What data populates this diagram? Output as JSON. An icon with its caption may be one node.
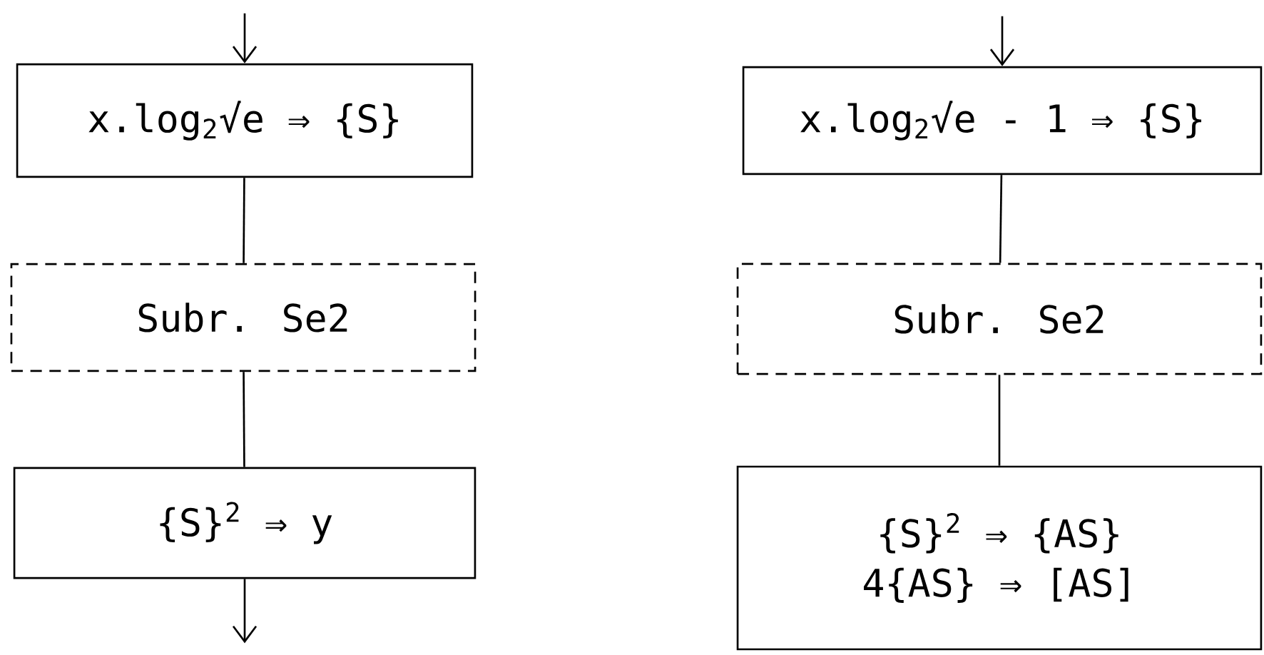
{
  "diagram": {
    "nodes": [
      {
        "text": [
          "x.log$_{2}$√e ⇒ {S}"
        ]
      },
      {
        "text": [
          "Subr. Se2"
        ]
      },
      {
        "text": [
          "{S}$^{2}$ ⇒ y"
        ]
      },
      {
        "text": [
          "x.log$_{2}$√e - 1 ⇒ {S}"
        ]
      },
      {
        "text": [
          "Subr. Se2"
        ]
      },
      {
        "text": [
          "{S}$^{2}$ ⇒ {AS}",
          "4{AS} ⇒ [AS]"
        ]
      }
    ],
    "edges": [
      {
        "from": null,
        "to": 0,
        "arrow": "to"
      },
      {
        "from": 0,
        "to": 1,
        "arrow": "none"
      },
      {
        "from": 1,
        "to": 2,
        "arrow": "none"
      },
      {
        "from": 2,
        "to": null,
        "arrow": "to"
      },
      {
        "from": null,
        "to": 3,
        "arrow": "to"
      },
      {
        "from": 3,
        "to": 4,
        "arrow": "none"
      },
      {
        "from": 4,
        "to": 5,
        "arrow": "none"
      }
    ]
  }
}
